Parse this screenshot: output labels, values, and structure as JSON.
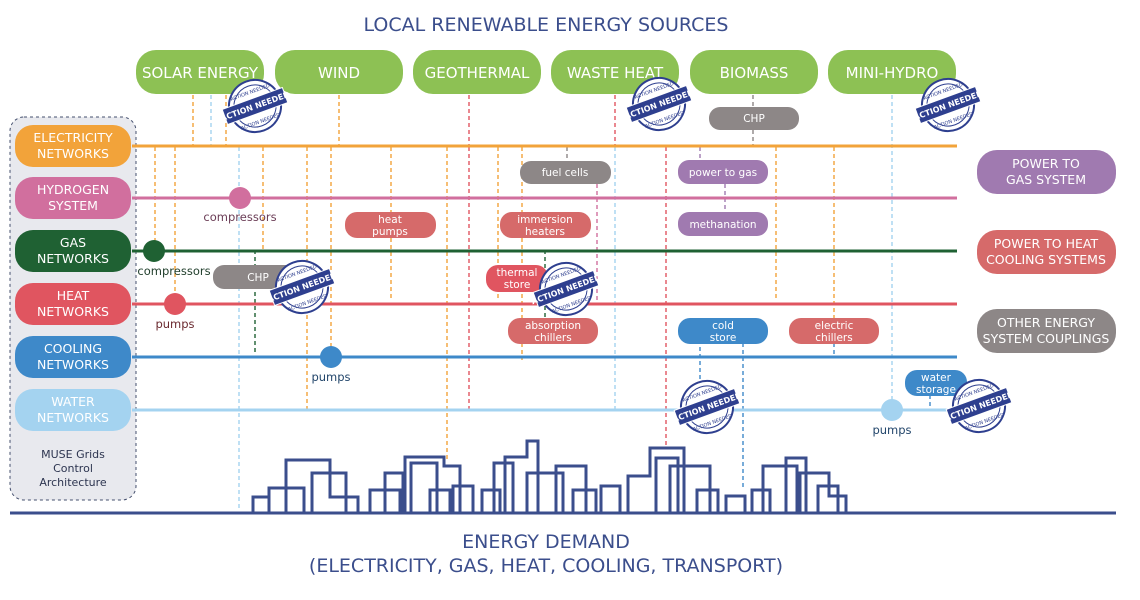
{
  "title": "LOCAL RENEWABLE ENERGY SOURCES",
  "sources": [
    "SOLAR ENERGY",
    "WIND",
    "GEOTHERMAL",
    "WASTE HEAT",
    "BIOMASS",
    "MINI-HYDRO"
  ],
  "networks": [
    [
      "ELECTRICITY",
      "NETWORKS"
    ],
    [
      "HYDROGEN",
      "SYSTEM"
    ],
    [
      "GAS",
      "NETWORKS"
    ],
    [
      "HEAT",
      "NETWORKS"
    ],
    [
      "COOLING",
      "NETWORKS"
    ],
    [
      "WATER",
      "NETWORKS"
    ]
  ],
  "control": [
    "MUSE Grids",
    "Control",
    "Architecture"
  ],
  "components": {
    "chp_top": "CHP",
    "fuel_cells": "fuel cells",
    "power_to_gas": "power to gas",
    "heat_pumps": [
      "heat",
      "pumps"
    ],
    "immersion_heaters": [
      "immersion",
      "heaters"
    ],
    "methanation": "methanation",
    "chp_mid": "CHP",
    "thermal_store": [
      "thermal",
      "store"
    ],
    "absorption_chillers": [
      "absorption",
      "chillers"
    ],
    "cold_store": [
      "cold",
      "store"
    ],
    "electric_chillers": [
      "electric",
      "chillers"
    ],
    "water_storage": [
      "water",
      "storage"
    ]
  },
  "node_labels": {
    "compressors_h2": "compressors",
    "compressors_gas": "compressors",
    "pumps_heat": "pumps",
    "pumps_cooling": "pumps",
    "pumps_water": "pumps"
  },
  "right_boxes": [
    [
      "POWER TO",
      "GAS SYSTEM"
    ],
    [
      "POWER TO HEAT",
      "COOLING SYSTEMS"
    ],
    [
      "OTHER ENERGY",
      "SYSTEM COUPLINGS"
    ]
  ],
  "stamp": {
    "main": "ACTION NEEDED",
    "ring": "ACTION NEEDED"
  },
  "demand": [
    "ENERGY DEMAND",
    "(ELECTRICITY, GAS, HEAT, COOLING, TRANSPORT)"
  ],
  "colors": {
    "title": "#3b4e8c",
    "source_green": "#8dc154",
    "electricity": "#f2a33a",
    "hydrogen": "#d16f9e",
    "gas": "#1f6133",
    "heat": "#e05560",
    "cooling": "#3e89c9",
    "water": "#a4d3f0",
    "grey": "#8d8787",
    "purple": "#a07ab0",
    "rose": "#d66a6a",
    "skyline": "#3b4e8c",
    "stamp": "#2e3f8f"
  }
}
